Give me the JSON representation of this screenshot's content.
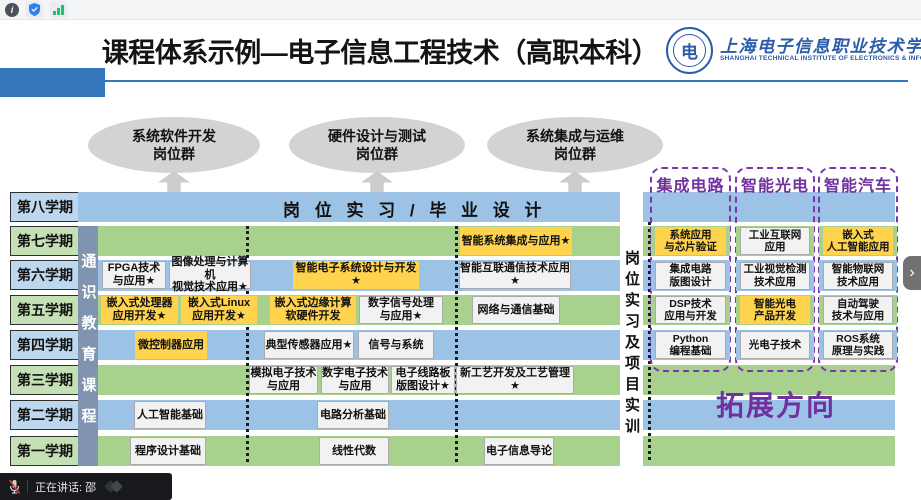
{
  "meeting": {
    "icons": {
      "info_glyph": "i",
      "shield_icon": "security-shield",
      "network_icon": "signal-bars",
      "chevron_glyph": "›"
    },
    "status": {
      "speaking_text": "正在讲话: 邵"
    }
  },
  "slide": {
    "title": "课程体系示例—电子信息工程技术（高职本科）",
    "logo": {
      "seal_char": "电",
      "name_cn": "上海电子信息职业技术学院",
      "name_en": "SHANGHAI TECHNICAL INSTITUTE OF ELECTRONICS & INFORMATION"
    },
    "job_groups": [
      {
        "text": "系统软件开发\n岗位群"
      },
      {
        "text": "硬件设计与测试\n岗位群"
      },
      {
        "text": "系统集成与运维\n岗位群"
      }
    ],
    "semesters": [
      "第八学期",
      "第七学期",
      "第六学期",
      "第五学期",
      "第四学期",
      "第三学期",
      "第二学期",
      "第一学期"
    ],
    "gen_ed_label": "通识教育课程",
    "capstone_label": "岗 位 实 习 / 毕 业 设 计",
    "practice_label": "岗位实习及项目实训",
    "courses": [
      {
        "text": "智能系统集成与应用★"
      },
      {
        "text": "FPGA技术\n与应用★"
      },
      {
        "text": "图像处理与计算机\n视觉技术应用★"
      },
      {
        "text": "智能电子系统设计与开发★"
      },
      {
        "text": "智能互联通信技术应用★"
      },
      {
        "text": "嵌入式处理器\n应用开发★"
      },
      {
        "text": "嵌入式Linux\n应用开发★"
      },
      {
        "text": "嵌入式边缘计算\n软硬件开发"
      },
      {
        "text": "数字信号处理\n与应用★"
      },
      {
        "text": "网络与通信基础"
      },
      {
        "text": "微控制器应用"
      },
      {
        "text": "典型传感器应用★"
      },
      {
        "text": "信号与系统"
      },
      {
        "text": "模拟电子技术\n与应用"
      },
      {
        "text": "数字电子技术\n与应用"
      },
      {
        "text": "电子线路板\n版图设计★"
      },
      {
        "text": "新工艺开发及工艺管理★"
      },
      {
        "text": "人工智能基础"
      },
      {
        "text": "电路分析基础"
      },
      {
        "text": "程序设计基础"
      },
      {
        "text": "线性代数"
      },
      {
        "text": "电子信息导论"
      }
    ],
    "extension": {
      "label": "拓展方向",
      "columns": [
        {
          "title": "集成电路",
          "cells": [
            {
              "text": "系统应用\n与芯片验证"
            },
            {
              "text": "集成电路\n版图设计"
            },
            {
              "text": "DSP技术\n应用与开发"
            },
            {
              "text": "Python\n编程基础"
            }
          ]
        },
        {
          "title": "智能光电",
          "cells": [
            {
              "text": "工业互联网\n应用"
            },
            {
              "text": "工业视觉检测\n技术应用"
            },
            {
              "text": "智能光电\n产品开发"
            },
            {
              "text": "光电子技术"
            }
          ]
        },
        {
          "title": "智能汽车",
          "cells": [
            {
              "text": "嵌入式\n人工智能应用"
            },
            {
              "text": "智能物联网\n技术应用"
            },
            {
              "text": "自动驾驶\n技术与应用"
            },
            {
              "text": "ROS系统\n原理与实践"
            }
          ]
        }
      ]
    },
    "colors": {
      "band_blue": "#9CC3E5",
      "band_green": "#A9D18E",
      "cell_yellow": "#FFD34D",
      "cell_white": "#F2F2F2",
      "label_blue": "#BDD7EE",
      "label_green": "#C5E0B4",
      "gen_ed_bar": "#8094B0",
      "accent_purple": "#7030A0",
      "header_blue": "#3477BD",
      "logo_blue": "#2B5CA8"
    }
  }
}
